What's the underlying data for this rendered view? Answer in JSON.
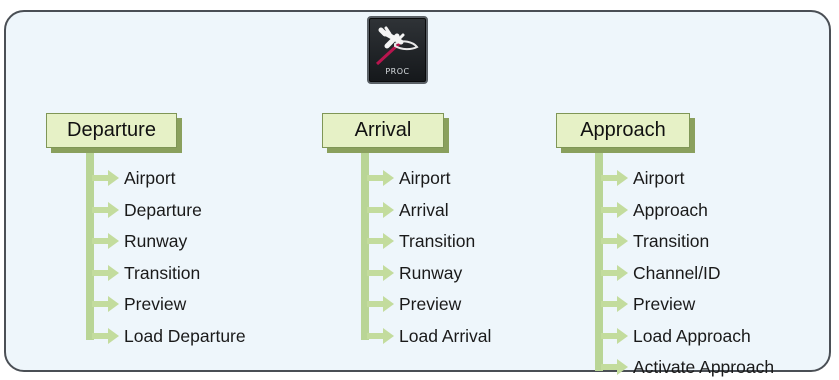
{
  "proc_button": {
    "label": "PROC",
    "icon": "airplane-procedure-icon"
  },
  "columns": [
    {
      "header": "Departure",
      "items": [
        "Airport",
        "Departure",
        "Runway",
        "Transition",
        "Preview",
        "Load Departure"
      ]
    },
    {
      "header": "Arrival",
      "items": [
        "Airport",
        "Arrival",
        "Transition",
        "Runway",
        "Preview",
        "Load Arrival"
      ]
    },
    {
      "header": "Approach",
      "items": [
        "Airport",
        "Approach",
        "Transition",
        "Channel/ID",
        "Preview",
        "Load Approach",
        "Activate Approach"
      ]
    }
  ],
  "colors": {
    "panel_background": "#eef6fb",
    "panel_border": "#4a4f55",
    "header_fill": "#e6f1c6",
    "header_shadow": "#8aa05d",
    "tree_line": "#b9d596",
    "arrow": "#c3dc9d"
  }
}
